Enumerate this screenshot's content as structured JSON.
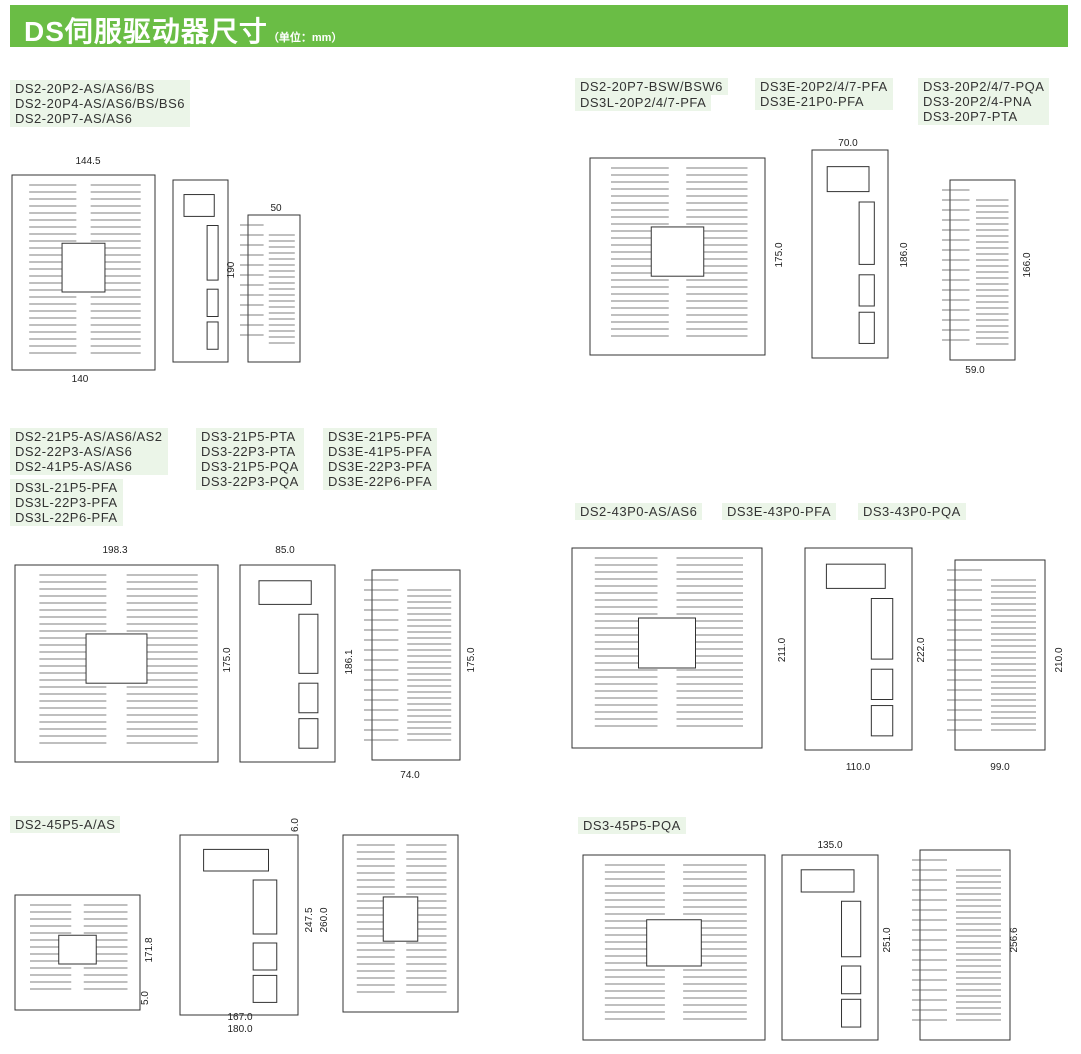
{
  "header": {
    "title": "DS伺服驱动器尺寸",
    "unit": "（单位：mm）"
  },
  "groups": [
    {
      "labels": [
        [
          "DS2-20P2-AS/AS6/BS",
          "DS2-20P4-AS/AS6/BS/BS6",
          "DS2-20P7-AS/AS6"
        ]
      ],
      "dims": [
        "144.5",
        "140",
        "190",
        "50"
      ]
    },
    {
      "labels": [
        [
          "DS2-20P7-BSW/BSW6"
        ],
        [
          "DS3L-20P2/4/7-PFA"
        ],
        [
          "DS3E-20P2/4/7-PFA",
          "DS3E-21P0-PFA"
        ],
        [
          "DS3-20P2/4/7-PQA",
          "DS3-20P2/4-PNA",
          "DS3-20P7-PTA"
        ]
      ],
      "dims": [
        "175.0",
        "70.0",
        "186.0",
        "166.0",
        "59.0"
      ]
    },
    {
      "labels": [
        [
          "DS2-21P5-AS/AS6/AS2",
          "DS2-22P3-AS/AS6",
          "DS2-41P5-AS/AS6"
        ],
        [
          "DS3-21P5-PTA",
          "DS3-22P3-PTA",
          "DS3-21P5-PQA",
          "DS3-22P3-PQA"
        ],
        [
          "DS3E-21P5-PFA",
          "DS3E-41P5-PFA",
          "DS3E-22P3-PFA",
          "DS3E-22P6-PFA"
        ],
        [
          "DS3L-21P5-PFA",
          "DS3L-22P3-PFA",
          "DS3L-22P6-PFA"
        ]
      ],
      "dims": [
        "198.3",
        "175.0",
        "85.0",
        "186.1",
        "175.0",
        "74.0"
      ]
    },
    {
      "labels": [
        [
          "DS2-43P0-AS/AS6"
        ],
        [
          "DS3E-43P0-PFA"
        ],
        [
          "DS3-43P0-PQA"
        ]
      ],
      "dims": [
        "211.0",
        "222.0",
        "110.0",
        "210.0",
        "99.0"
      ]
    },
    {
      "labels": [
        [
          "DS2-45P5-A/AS"
        ]
      ],
      "dims": [
        "171.8",
        "5.0",
        "6.0",
        "247.5",
        "260.0",
        "167.0",
        "180.0"
      ]
    },
    {
      "labels": [
        [
          "DS3-45P5-PQA"
        ]
      ],
      "dims": [
        "135.0",
        "251.0",
        "256.6"
      ]
    }
  ],
  "colors": {
    "banner": "#6abd45",
    "label_bg": "#ebf5e8"
  }
}
